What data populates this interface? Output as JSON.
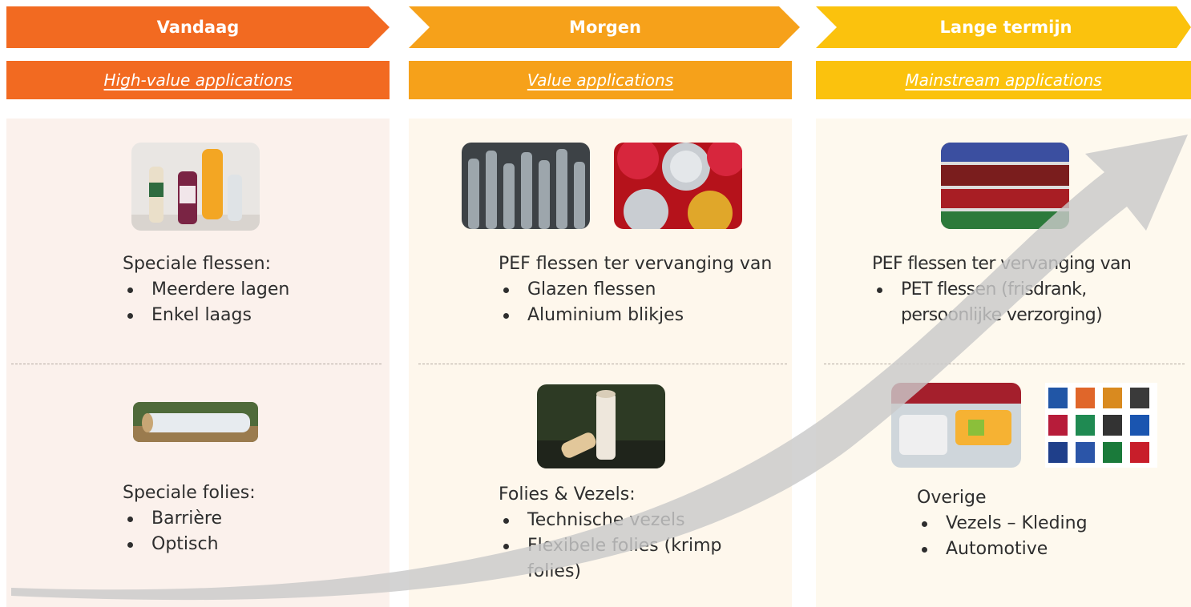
{
  "colors": {
    "orange_dark": "#F26A21",
    "orange_mid": "#F6A11A",
    "yellow": "#FBC20D",
    "panel_bg_1": "#FBF1EC",
    "panel_bg_2": "#FEF7EC",
    "panel_bg_3": "#FEF9EE",
    "arrow": "#C9C9C9"
  },
  "columns": [
    {
      "phase": "Vandaag",
      "application": "High-value applications",
      "top_section": {
        "title": "Speciale flessen:",
        "items": [
          "Meerdere lagen",
          "Enkel laags"
        ]
      },
      "bottom_section": {
        "title": "Speciale folies:",
        "items": [
          "Barrière",
          "Optisch"
        ]
      }
    },
    {
      "phase": "Morgen",
      "application": "Value applications",
      "top_section": {
        "title": "PEF flessen ter vervanging van",
        "items": [
          "Glazen flessen",
          "Aluminium blikjes"
        ]
      },
      "bottom_section": {
        "title": "Folies & Vezels:",
        "items": [
          "Technische vezels",
          "Flexibele folies (krimp folies)"
        ]
      }
    },
    {
      "phase": "Lange termijn",
      "application": "Mainstream applications",
      "top_section": {
        "title": "PEF flessen ter vervanging van",
        "items": [
          "PET flessen (frisdrank, persoonlijke verzorging)"
        ]
      },
      "bottom_section": {
        "title": "Overige",
        "items": [
          "Vezels – Kleding",
          "Automotive"
        ]
      }
    }
  ],
  "icons": [
    "bottles-photo",
    "film-roll-photo",
    "glass-bottles-photo",
    "cans-photo",
    "fiber-spool-photo",
    "supermarket-shelf-photo",
    "food-containers-photo",
    "shirts-photo",
    "growth-arrow"
  ]
}
